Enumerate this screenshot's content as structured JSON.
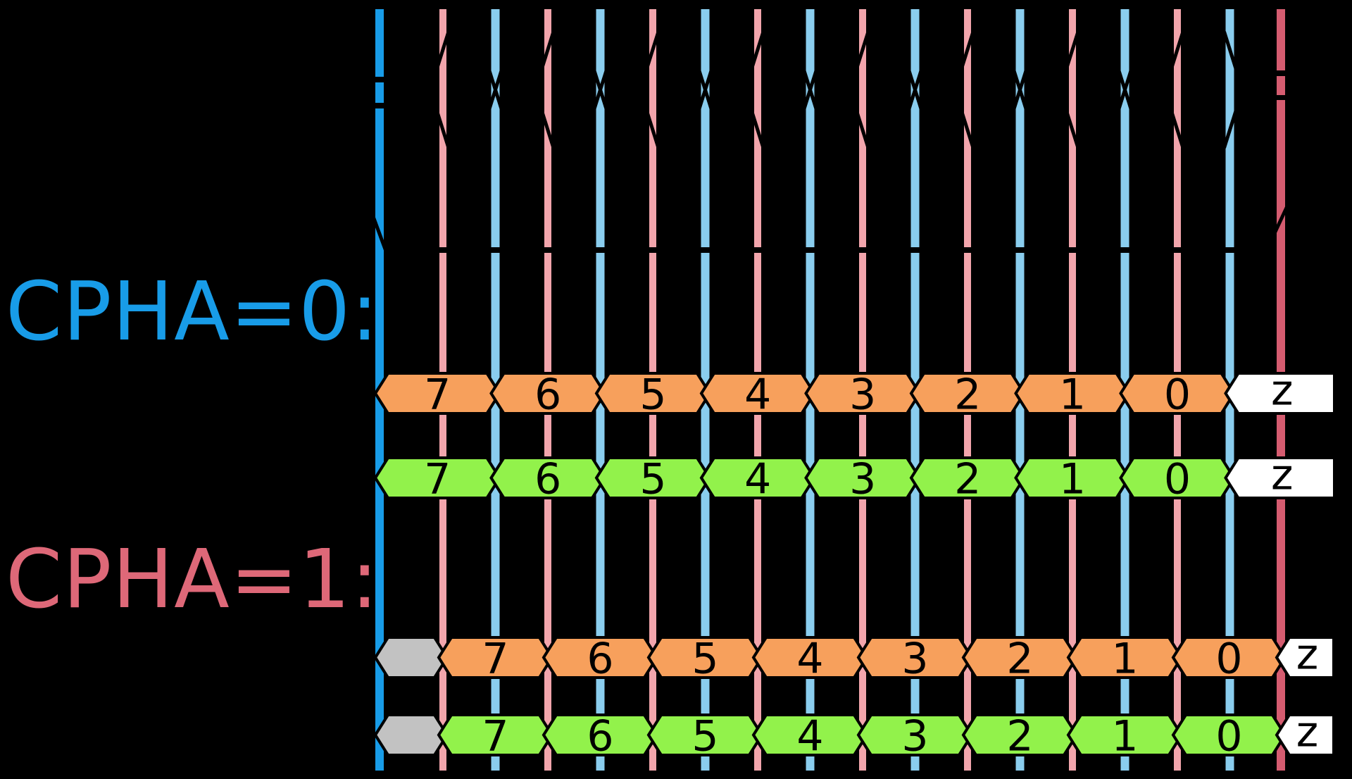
{
  "diagram": {
    "background_color": "#000000",
    "section_labels": [
      {
        "id": "cpha0",
        "text": "CPHA=0:",
        "color": "#189CE8"
      },
      {
        "id": "cpha1",
        "text": "CPHA=1:",
        "color": "#DE6878"
      }
    ],
    "clock": {
      "cycles": 8,
      "ss_line_color": "#189CE8",
      "sample_edge_color": "#8ACDEE",
      "shift_edge_color": "#F2A5AC",
      "final_edge_color": "#D55C70"
    },
    "rows": [
      {
        "section": "cpha0",
        "fill": "#F7A05C",
        "leading_idle": false,
        "bits": [
          "7",
          "6",
          "5",
          "4",
          "3",
          "2",
          "1",
          "0"
        ],
        "tail": "z"
      },
      {
        "section": "cpha0",
        "fill": "#92F24B",
        "leading_idle": false,
        "bits": [
          "7",
          "6",
          "5",
          "4",
          "3",
          "2",
          "1",
          "0"
        ],
        "tail": "z"
      },
      {
        "section": "cpha1",
        "fill": "#F7A05C",
        "leading_idle": true,
        "bits": [
          "7",
          "6",
          "5",
          "4",
          "3",
          "2",
          "1",
          "0"
        ],
        "tail": "z"
      },
      {
        "section": "cpha1",
        "fill": "#92F24B",
        "leading_idle": true,
        "bits": [
          "7",
          "6",
          "5",
          "4",
          "3",
          "2",
          "1",
          "0"
        ],
        "tail": "z"
      }
    ],
    "idle_fill": "#C2C2C2",
    "tail_fill": "#FFFFFF",
    "bit_text_color": "#000000",
    "mark_color": "#000000"
  }
}
